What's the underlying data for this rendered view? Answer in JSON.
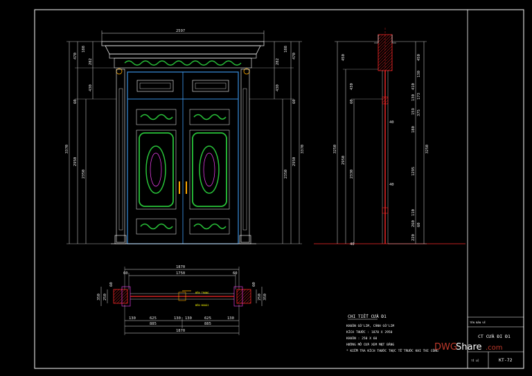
{
  "front_view": {
    "top_width": "2597",
    "left_dims": [
      "3370",
      "2950",
      "2350"
    ],
    "left_parts": [
      "470",
      "188",
      "282",
      "430",
      "60"
    ],
    "right_dims": [
      "3370",
      "2950",
      "2350"
    ],
    "right_parts": [
      "470",
      "188",
      "282",
      "430",
      "60"
    ]
  },
  "side_view": {
    "left_dims": [
      "3250",
      "2950",
      "2330"
    ],
    "left_parts": [
      "450",
      "430",
      "60"
    ],
    "right_dims": [
      "3250"
    ],
    "right_parts": [
      "450",
      "130",
      "410",
      "130",
      "173",
      "159",
      "375",
      "180",
      "1295",
      "110",
      "260",
      "220",
      "60"
    ],
    "mid_labels": [
      "40",
      "40",
      "40"
    ]
  },
  "plan_view": {
    "top_dims": [
      "1870",
      "1750",
      "60",
      "60"
    ],
    "bottom_dims": [
      "130",
      "625",
      "130",
      "130",
      "625",
      "130",
      "885",
      "885",
      "1870"
    ],
    "left_dims": [
      "350",
      "250",
      "60"
    ],
    "right_dims": [
      "350",
      "250",
      "60"
    ],
    "inside_label": "BÊN TRONG",
    "outside_label": "BÊN NGOÀI"
  },
  "notes": {
    "title": "CHI TIẾT CỬA Đ1",
    "lines": [
      "KHUÔN GỖ LIM, CÁNH GỖ LIM",
      "KÍCH THƯỚC : 1870 X 2950",
      "KHUÔN : 250 X 60",
      "HƯỚNG MỞ CỬA XEM MẶT BẰNG",
      "* KIỂM TRA KÍCH THƯỚC THỰC TẾ TRƯỚC KHI THI CÔNG"
    ]
  },
  "title_block": {
    "header": "TÊN BẢN VẼ",
    "drawing_name": "CT CỬA ĐI Đ1",
    "scale_label": "TỈ LỆ",
    "sheet_number": "KT-72"
  },
  "watermark": {
    "part1": "DWG",
    "part2": "Share",
    "part3": ".com"
  },
  "colors": {
    "background": "#000000",
    "frame": "#ffffff",
    "door_blue": "#3a8fe0",
    "carving_green": "#29c43a",
    "section_red": "#ff2a2a",
    "dimension": "#e8e8e8",
    "magenta": "#ff44ff",
    "label_yellow": "#ffff00"
  }
}
